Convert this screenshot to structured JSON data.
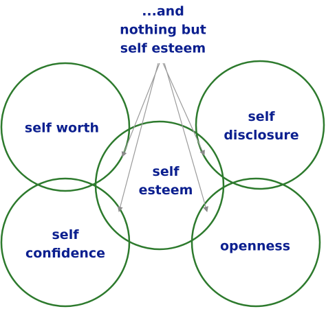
{
  "diagram": {
    "title_lines": [
      "...and",
      "nothing but",
      "self esteem"
    ],
    "circles": [
      {
        "name": "self-worth",
        "lines": [
          "self worth"
        ]
      },
      {
        "name": "self-disclosure",
        "lines": [
          "self",
          "disclosure"
        ]
      },
      {
        "name": "self-esteem",
        "lines": [
          "self",
          "esteem"
        ]
      },
      {
        "name": "self-confidence",
        "lines": [
          "self",
          "confidence"
        ]
      },
      {
        "name": "openness",
        "lines": [
          "openness"
        ]
      }
    ],
    "colors": {
      "circle_stroke": "#2d7a2d",
      "text": "#0b1f8f",
      "arrow": "#9a9a9a"
    }
  }
}
